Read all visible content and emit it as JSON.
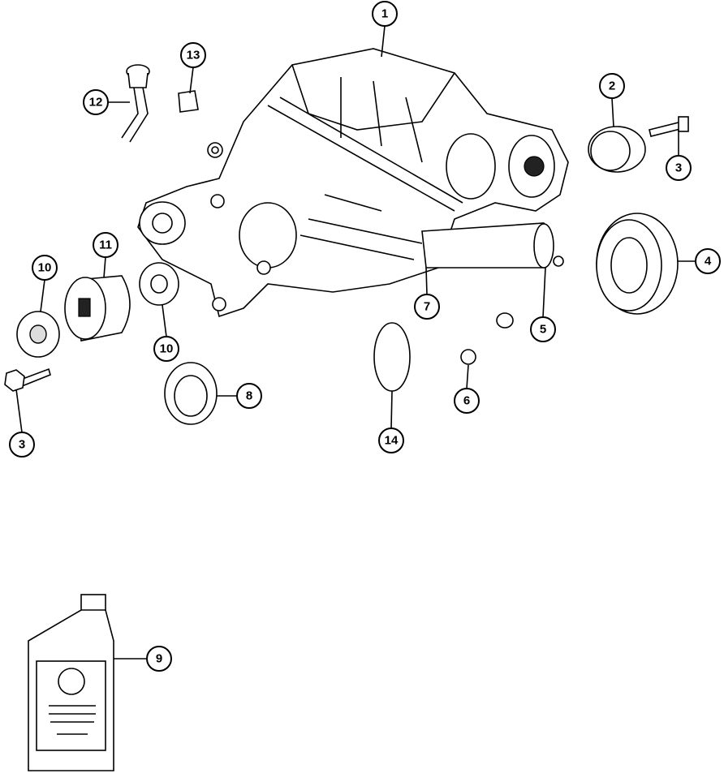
{
  "diagram": {
    "callouts": [
      "1",
      "2",
      "3",
      "4",
      "5",
      "6",
      "7",
      "8",
      "9",
      "10",
      "10",
      "11",
      "12",
      "13",
      "14",
      "3"
    ]
  }
}
